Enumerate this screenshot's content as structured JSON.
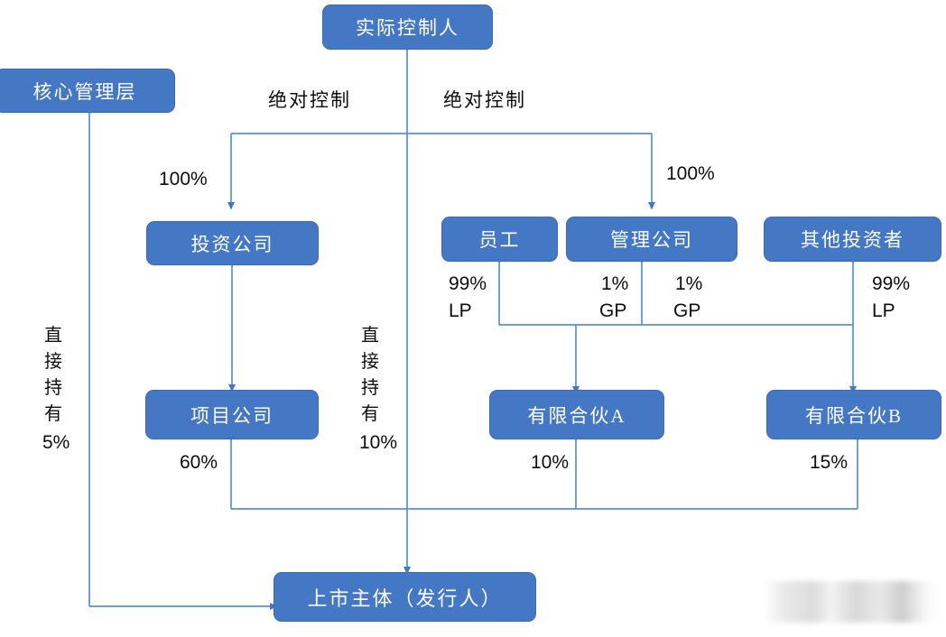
{
  "diagram": {
    "title_hidden": "",
    "colors": {
      "node_fill": "#4477C4",
      "node_border": "#3C6BB4",
      "node_text": "#FFFFFF",
      "wire": "#5B8FD4",
      "label_text": "#0D0D0D",
      "background": "#FFFFFF"
    },
    "nodes": [
      {
        "id": "actual-controller",
        "label": "实际控制人"
      },
      {
        "id": "core-management",
        "label": "核心管理层"
      },
      {
        "id": "investment-company",
        "label": "投资公司"
      },
      {
        "id": "employees",
        "label": "员工"
      },
      {
        "id": "management-company",
        "label": "管理公司"
      },
      {
        "id": "other-investors",
        "label": "其他投资者"
      },
      {
        "id": "project-company",
        "label": "项目公司"
      },
      {
        "id": "limited-partnership-a",
        "label": "有限合伙A"
      },
      {
        "id": "limited-partnership-b",
        "label": "有限合伙B"
      },
      {
        "id": "listed-entity",
        "label": "上市主体（发行人）"
      }
    ],
    "edge_labels": {
      "absolute_control_left": "绝对控制",
      "absolute_control_right": "绝对控制",
      "invest_pct": "100%",
      "mgmt_pct": "100%",
      "employees_share": "99%",
      "employees_role": "LP",
      "mgmt_a_share": "1%",
      "mgmt_a_role": "GP",
      "mgmt_b_share": "1%",
      "mgmt_b_role": "GP",
      "other_share": "99%",
      "other_role": "LP",
      "project_pct": "60%",
      "lp_a_pct": "10%",
      "lp_b_pct": "15%",
      "direct_hold_left_text": "直接持有",
      "direct_hold_left_pct": "5%",
      "direct_hold_mid_text": "直接持有",
      "direct_hold_mid_pct": "10%"
    }
  }
}
